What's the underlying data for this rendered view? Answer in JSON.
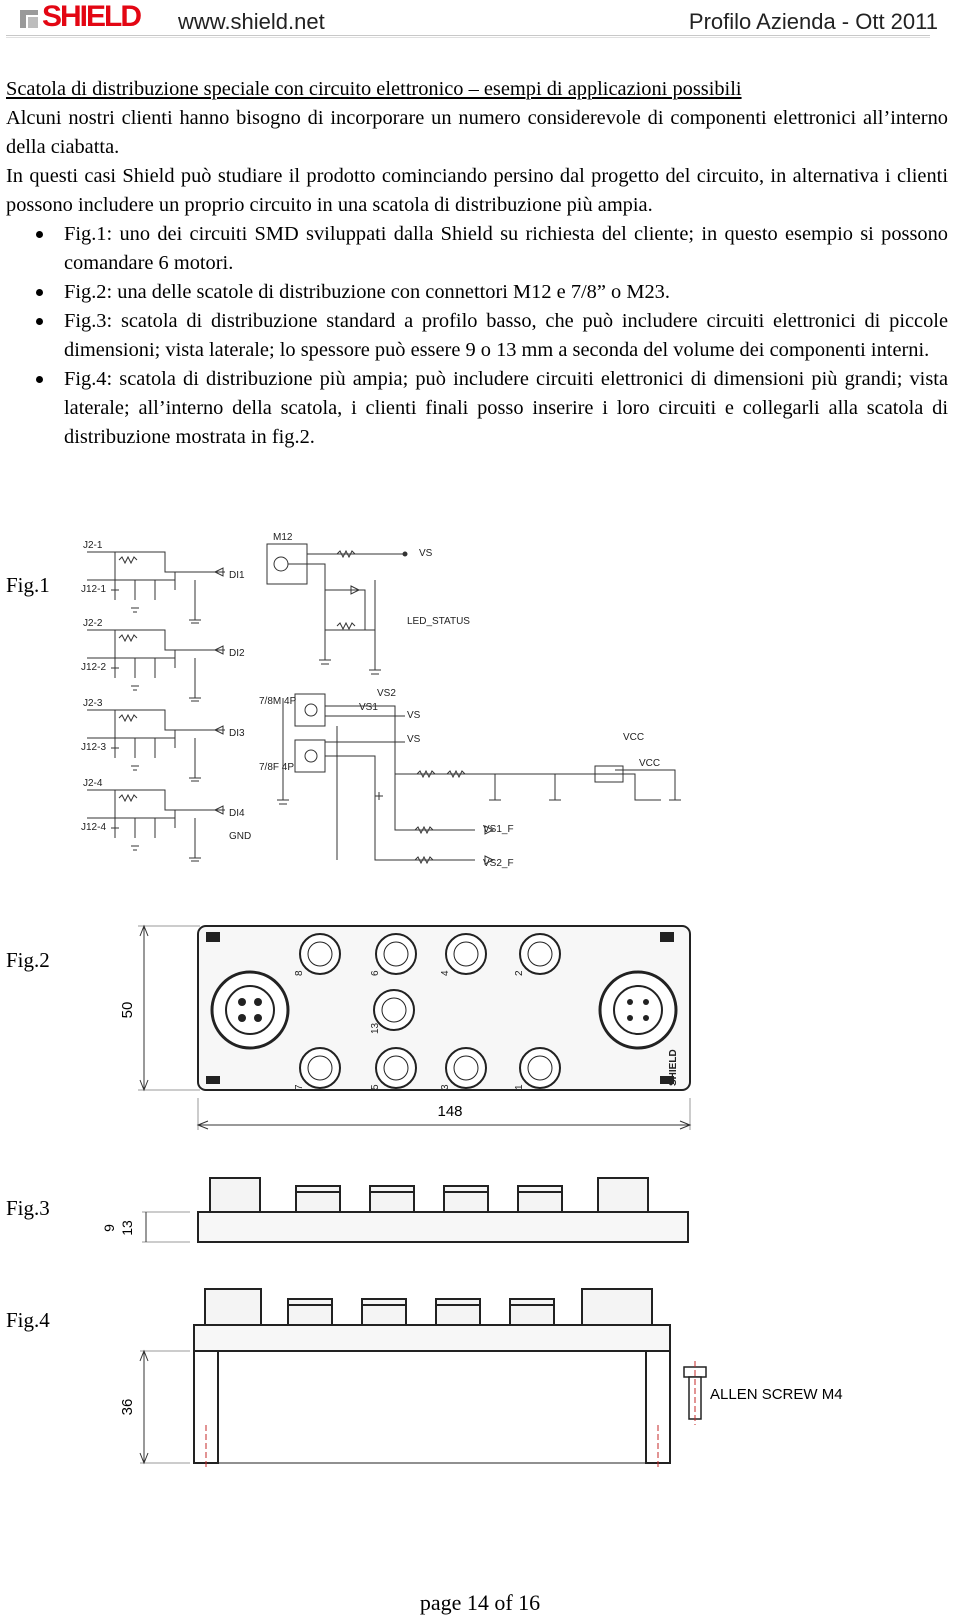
{
  "header": {
    "logo_text": "SHIELD",
    "website": "www.shield.net",
    "profile": "Profilo Azienda - Ott 2011",
    "brand_color": "#e30613"
  },
  "title": "Scatola di distribuzione speciale con circuito elettronico – esempi di applicazioni possibili",
  "paragraphs": [
    "Alcuni nostri clienti hanno bisogno di incorporare un numero considerevole di componenti elettronici all’interno della ciabatta.",
    "In questi casi Shield può studiare il prodotto cominciando persino dal progetto del circuito, in alternativa i clienti possono includere un proprio circuito in una scatola di distribuzione più ampia."
  ],
  "bullets": [
    "Fig.1: uno dei circuiti SMD sviluppati dalla Shield su richiesta del cliente; in questo esempio si possono comandare 6 motori.",
    "Fig.2: una delle scatole di distribuzione con connettori M12 e 7/8” o M23.",
    "Fig.3: scatola di distribuzione standard a profilo basso, che può includere circuiti elettronici di piccole dimensioni; vista laterale; lo spessore può essere 9 o 13 mm a seconda del volume dei componenti interni.",
    "Fig.4: scatola di distribuzione più ampia; può includere circuiti elettronici di dimensioni più grandi; vista laterale; all’interno della scatola, i clienti finali posso inserire i loro circuiti e collegarli alla scatola di distribuzione mostrata in fig.2."
  ],
  "figures": {
    "fig1": {
      "label": "Fig.1",
      "labels": {
        "j2_1": "J2-1",
        "j12_1": "J12-1",
        "di1": "DI1",
        "j2_2": "J2-2",
        "j12_2": "J12-2",
        "di2": "DI2",
        "j2_3": "J2-3",
        "j12_3": "J12-3",
        "di3": "DI3",
        "j2_4": "J2-4",
        "j12_4": "J12-4",
        "di4": "DI4",
        "gnd": "GND",
        "m12": "M12",
        "vs_top": "VS",
        "led_status": "LED_STATUS",
        "p78m": "7/8M 4P",
        "vs2": "VS2",
        "vs1": "VS1",
        "vs_a": "VS",
        "vs_b": "VS",
        "p78f": "7/8F 4P",
        "vcc1": "VCC",
        "vcc2": "VCC",
        "vs1_f": "VS1_F",
        "vs2_f": "VS2_F"
      }
    },
    "fig2": {
      "label": "Fig.2",
      "dim_height": "50",
      "dim_width": "148",
      "port_numbers_top": [
        "8",
        "6",
        "4",
        "2"
      ],
      "port_numbers_bottom": [
        "7",
        "5",
        "3",
        "1"
      ],
      "port_center": "13",
      "brand_mark": "SHIELD"
    },
    "fig3": {
      "label": "Fig.3",
      "dim_a": "9",
      "dim_b": "13"
    },
    "fig4": {
      "label": "Fig.4",
      "dim": "36",
      "screw_label": "ALLEN SCREW M4"
    }
  },
  "footer": "page 14 of 16"
}
